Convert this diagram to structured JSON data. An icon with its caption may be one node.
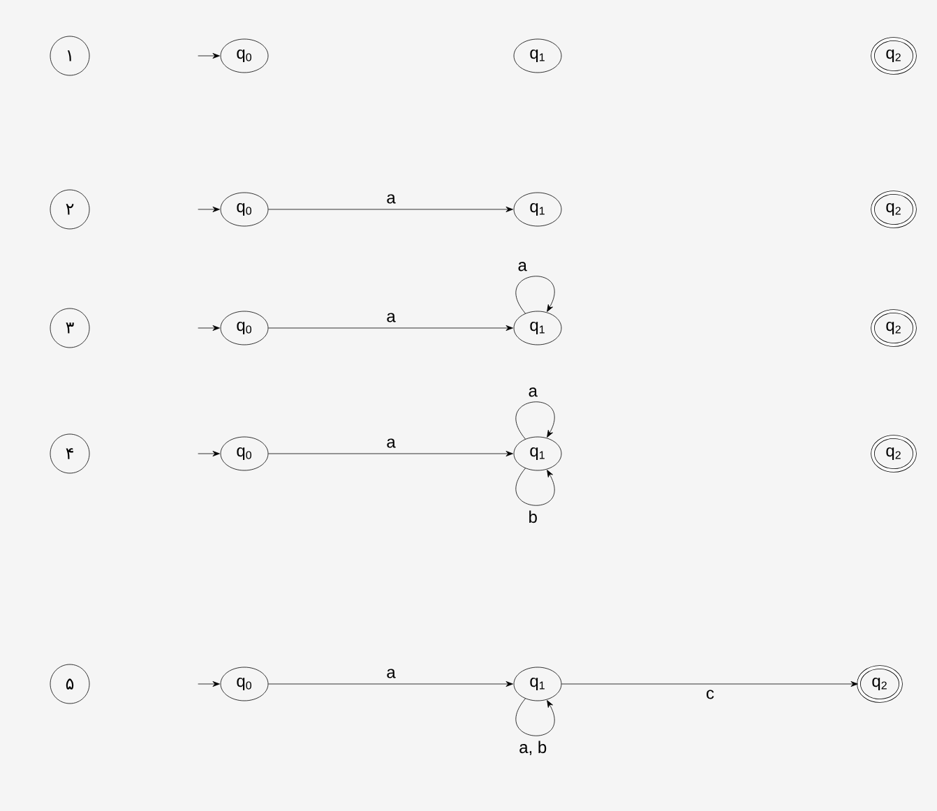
{
  "diagram": {
    "nodes": [
      {
        "text": [
          "۱"
        ]
      },
      {
        "text": [
          "q$_{0}$"
        ]
      },
      {
        "text": [
          "q$_{1}$"
        ]
      },
      {
        "text": [
          "q$_{2}$"
        ]
      },
      {
        "text": [
          "۲"
        ]
      },
      {
        "text": [
          "q$_{0}$"
        ]
      },
      {
        "text": [
          "q$_{1}$"
        ]
      },
      {
        "text": [
          "q$_{2}$"
        ]
      },
      {
        "text": [
          "۳"
        ]
      },
      {
        "text": [
          "q$_{0}$"
        ]
      },
      {
        "text": [
          "q$_{1}$"
        ]
      },
      {
        "text": [
          "q$_{2}$"
        ]
      },
      {
        "text": [
          "۴"
        ]
      },
      {
        "text": [
          "q$_{0}$"
        ]
      },
      {
        "text": [
          "q$_{1}$"
        ]
      },
      {
        "text": [
          "q$_{2}$"
        ]
      },
      {
        "text": [
          "۵"
        ]
      },
      {
        "text": [
          "q$_{0}$"
        ]
      },
      {
        "text": [
          "q$_{1}$"
        ]
      },
      {
        "text": [
          "q$_{2}$"
        ]
      }
    ],
    "edges": [
      {
        "from": null,
        "to": 1,
        "arrow": "to"
      },
      {
        "from": null,
        "to": 5,
        "arrow": "to"
      },
      {
        "from": 5,
        "to": 6,
        "arrow": "to",
        "label": "a"
      },
      {
        "from": null,
        "to": 9,
        "arrow": "to"
      },
      {
        "from": 9,
        "to": 10,
        "arrow": "to",
        "label": "a"
      },
      {
        "from": 10,
        "to": 10,
        "arrow": "to",
        "label": "a"
      },
      {
        "from": null,
        "to": 13,
        "arrow": "to"
      },
      {
        "from": 13,
        "to": 14,
        "arrow": "to",
        "label": "a"
      },
      {
        "from": 14,
        "to": 14,
        "arrow": "to",
        "label": "a"
      },
      {
        "from": 14,
        "to": 14,
        "arrow": "to",
        "label": "b"
      },
      {
        "from": null,
        "to": 17,
        "arrow": "to"
      },
      {
        "from": 17,
        "to": 18,
        "arrow": "to",
        "label": "a"
      },
      {
        "from": 18,
        "to": 18,
        "arrow": "to",
        "label": "a, b"
      },
      {
        "from": 18,
        "to": 19,
        "arrow": "to",
        "label": "c"
      }
    ]
  }
}
